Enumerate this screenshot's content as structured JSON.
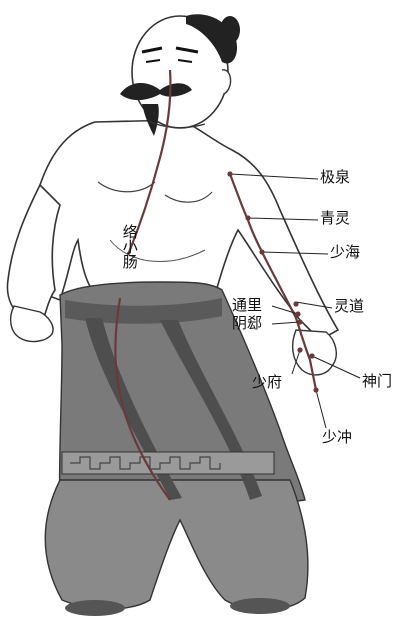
{
  "meridian_label": "络小肠",
  "points": {
    "jiquan": "极泉",
    "qingling": "青灵",
    "shaohai": "少海",
    "lingdao": "灵道",
    "tongli": "通里",
    "yinxi": "阴郄",
    "shaofu": "少府",
    "shenmen": "神门",
    "shaochong": "少冲"
  },
  "colors": {
    "meridian_line": "#6a3a3a",
    "leader_line": "#222222",
    "robe": "#6e6e6e",
    "skin_outline": "#333333"
  }
}
